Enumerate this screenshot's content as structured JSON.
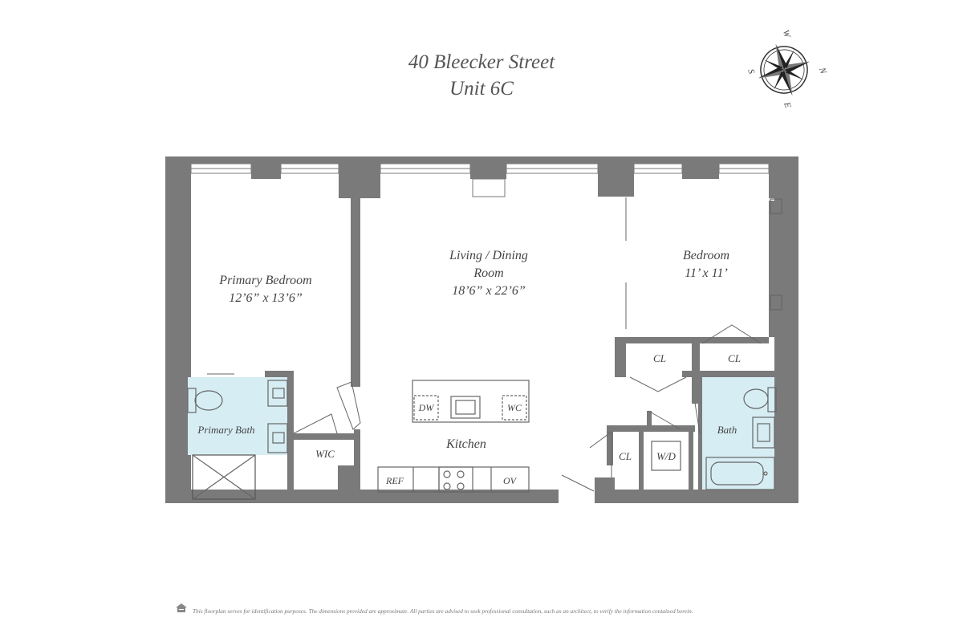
{
  "header": {
    "address": "40 Bleecker Street",
    "unit": "Unit 6C"
  },
  "compass": {
    "n": "N",
    "s": "S",
    "e": "E",
    "w": "W"
  },
  "rooms": {
    "primary_bedroom": {
      "name": "Primary Bedroom",
      "dims": "12’6” x 13’6”"
    },
    "living": {
      "name_line1": "Living / Dining",
      "name_line2": "Room",
      "dims": "18’6” x 22’6”"
    },
    "bedroom": {
      "name": "Bedroom",
      "dims": "11’ x 11’"
    },
    "kitchen": "Kitchen",
    "primary_bath": "Primary Bath",
    "bath": "Bath",
    "wic": "WIC",
    "closet_1": "CL",
    "closet_2": "CL",
    "closet_3": "CL",
    "washer_dryer": "W/D"
  },
  "appliances": {
    "dishwasher": "DW",
    "wine_cooler": "WC",
    "refrigerator": "REF",
    "oven": "OV"
  },
  "colors": {
    "wall": "#7a7a7a",
    "bath_fill": "#d6edf3"
  },
  "footer": {
    "disclaimer": "This floorplan serves for identification purposes. The dimensions provided are approximate. All parties are advised to seek professional consultation, such as an architect, to verify the information contained herein."
  }
}
